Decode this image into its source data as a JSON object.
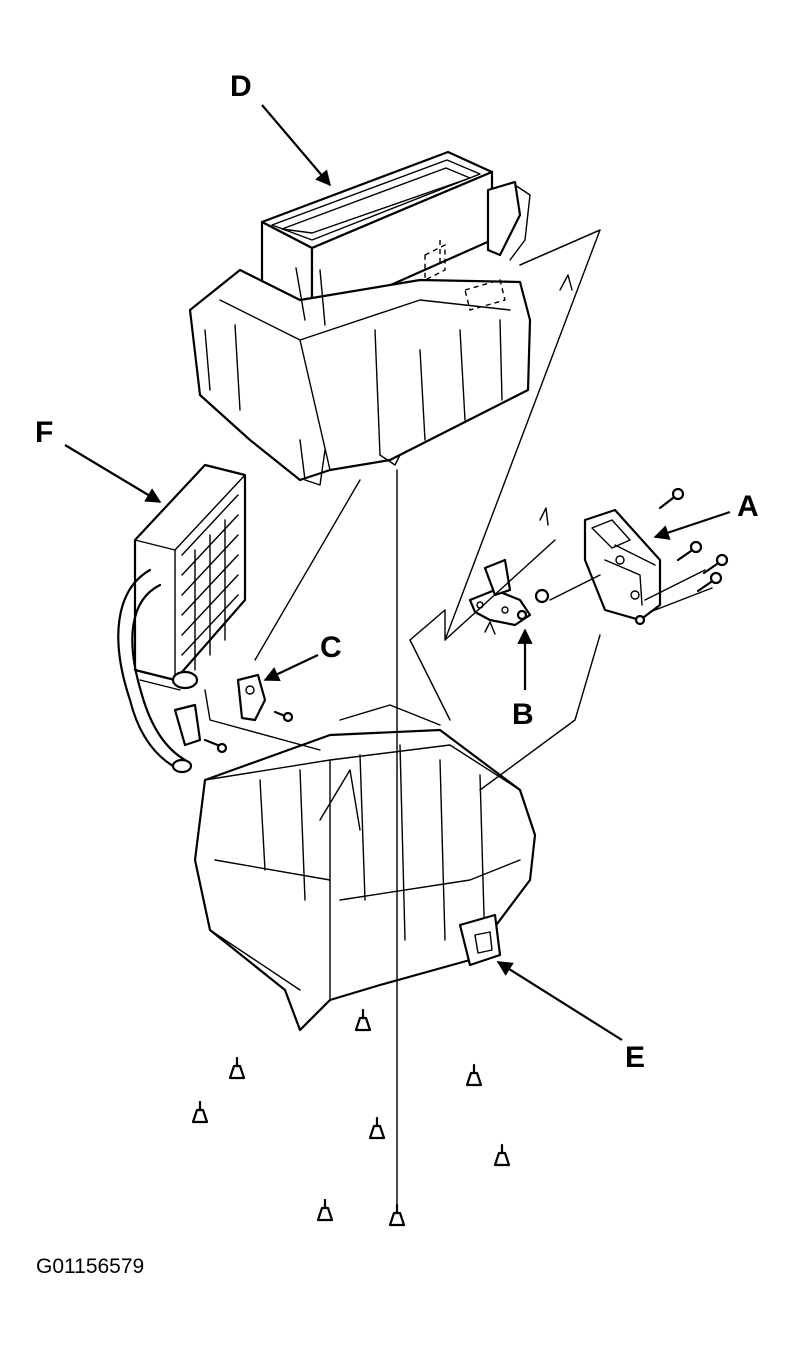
{
  "callouts": {
    "a": "A",
    "b": "B",
    "c": "C",
    "d": "D",
    "e": "E",
    "f": "F"
  },
  "figure_id": "G01156579",
  "colors": {
    "ink": "#000000",
    "paper": "#ffffff"
  }
}
